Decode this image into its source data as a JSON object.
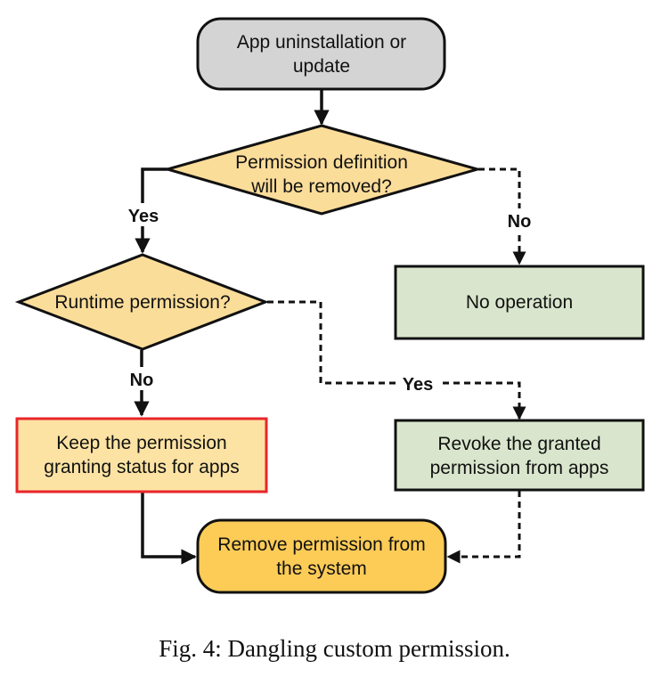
{
  "colors": {
    "start_fill": "#d4d4d4",
    "decision_fill": "#fbdd9a",
    "green_fill": "#d9e6cd",
    "keep_fill": "#fde3a3",
    "keep_border": "#e8262b",
    "end_fill": "#fdcc57",
    "stroke": "#111111"
  },
  "nodes": {
    "start": {
      "line1": "App uninstallation or",
      "line2": "update"
    },
    "decision_removed": {
      "line1": "Permission definition",
      "line2": "will be removed?"
    },
    "decision_runtime": {
      "line1": "Runtime permission?"
    },
    "no_operation": {
      "line1": "No operation"
    },
    "keep_status": {
      "line1": "Keep the permission",
      "line2": "granting status for apps"
    },
    "revoke": {
      "line1": "Revoke the granted",
      "line2": "permission from apps"
    },
    "remove": {
      "line1": "Remove permission from",
      "line2": "the system"
    }
  },
  "edge_labels": {
    "removed_yes": "Yes",
    "removed_no": "No",
    "runtime_no": "No",
    "runtime_yes": "Yes"
  },
  "caption": "Fig. 4: Dangling custom permission."
}
